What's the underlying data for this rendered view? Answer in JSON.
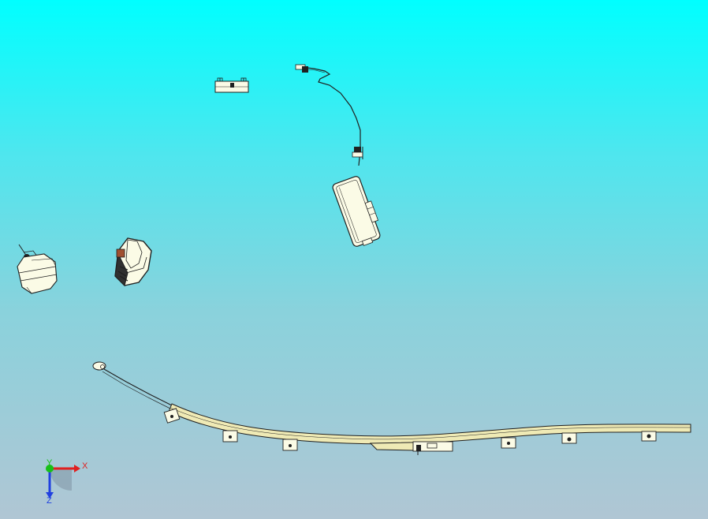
{
  "colors": {
    "background_top": "#00ffff",
    "background_bottom": "#b0c6d4",
    "part_fill_light": "#fbfbe6",
    "part_fill_yellow": "#efeab5",
    "outline": "#202020",
    "axis_x": "#e02020",
    "axis_y": "#18c018",
    "axis_z": "#2040e0"
  },
  "triad": {
    "x_label": "X",
    "y_label": "Y",
    "z_label": "Z",
    "icon": "coordinate-triad-icon"
  },
  "parts": [
    {
      "name": "mounting-bracket",
      "icon": "bracket-icon"
    },
    {
      "name": "wire-harness",
      "icon": "cable-icon"
    },
    {
      "name": "airbag-module",
      "icon": "module-icon"
    },
    {
      "name": "inflator-canister",
      "icon": "canister-icon"
    },
    {
      "name": "knee-airbag-housing",
      "icon": "housing-icon"
    },
    {
      "name": "curtain-airbag-rail",
      "icon": "rail-icon"
    }
  ]
}
